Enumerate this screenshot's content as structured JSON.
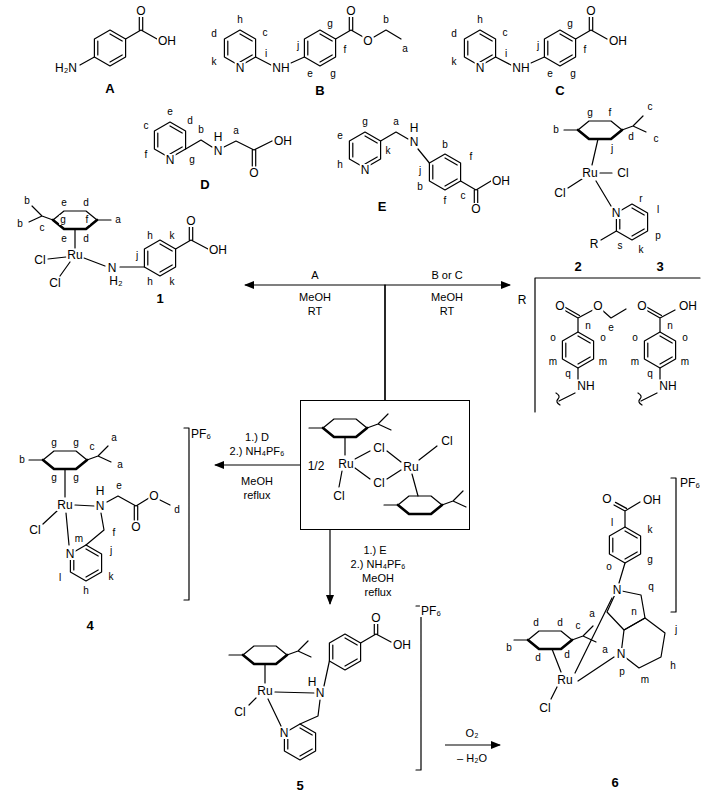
{
  "diagram": {
    "nodes": [
      {
        "text": [
          "H₂N",
          "O",
          "OH",
          "A"
        ]
      },
      {
        "text": [
          "h",
          "c",
          "d",
          "k",
          "N",
          "i",
          "NH",
          "j",
          "g",
          "e",
          "g",
          "f",
          "O",
          "O",
          "b",
          "a",
          "B"
        ]
      },
      {
        "text": [
          "h",
          "c",
          "d",
          "k",
          "N",
          "i",
          "NH",
          "j",
          "g",
          "e",
          "g",
          "f",
          "O",
          "OH",
          "C"
        ]
      },
      {
        "text": [
          "e",
          "c",
          "d",
          "f",
          "N",
          "g",
          "b",
          "H",
          "N",
          "a",
          "O",
          "OH",
          "D"
        ]
      },
      {
        "text": [
          "g",
          "e",
          "h",
          "N",
          "k",
          "a",
          "H",
          "N",
          "j",
          "b",
          "b",
          "f",
          "f",
          "c",
          "O",
          "OH",
          "E"
        ]
      },
      {
        "text": [
          "b",
          "c",
          "b",
          "e",
          "d",
          "g",
          "f",
          "a",
          "e",
          "d",
          "Ru",
          "Cl",
          "Cl",
          "N",
          "H₂",
          "h",
          "k",
          "j",
          "h",
          "k",
          "O",
          "OH",
          "1"
        ]
      },
      {
        "text": [
          "b",
          "g",
          "f",
          "d",
          "c",
          "c",
          "j",
          "Ru",
          "Cl",
          "Cl",
          "N",
          "r",
          "l",
          "p",
          "k",
          "s",
          "R",
          "2",
          "3",
          "R",
          "O",
          "O",
          "e",
          "n",
          "o",
          "o",
          "m",
          "m",
          "q",
          "NH",
          "O",
          "OH",
          "n",
          "o",
          "o",
          "m",
          "m",
          "q",
          "NH"
        ]
      },
      {
        "text": [
          "1/2",
          "Ru",
          "Cl",
          "Cl",
          "Ru",
          "Cl",
          "Cl"
        ]
      },
      {
        "text": [
          "b",
          "g",
          "g",
          "c",
          "a",
          "a",
          "g",
          "g",
          "Ru",
          "Cl",
          "H",
          "N",
          "e",
          "O",
          "O",
          "d",
          "N",
          "m",
          "f",
          "j",
          "k",
          "h",
          "l",
          "PF₆",
          "4"
        ]
      },
      {
        "text": [
          "Ru",
          "Cl",
          "H",
          "N",
          "N",
          "O",
          "OH",
          "PF₆",
          "5"
        ]
      },
      {
        "text": [
          "O",
          "OH",
          "PF₆",
          "l",
          "k",
          "g",
          "o",
          "N",
          "q",
          "n",
          "N",
          "j",
          "h",
          "p",
          "m",
          "b",
          "d",
          "d",
          "c",
          "a",
          "a",
          "d",
          "d",
          "Ru",
          "Cl",
          "6"
        ]
      }
    ],
    "edges": [
      {
        "from": 7,
        "to": 5,
        "arrow": "to",
        "label": "A"
      },
      {
        "from": 7,
        "to": 6,
        "arrow": "to",
        "label": "B or C"
      },
      {
        "from": 7,
        "to": 8,
        "arrow": "to",
        "label": "1.) D"
      },
      {
        "from": 7,
        "to": 9,
        "arrow": "to",
        "label": "1.) E"
      },
      {
        "from": 9,
        "to": 10,
        "arrow": "to",
        "label": "O₂"
      }
    ],
    "labels": [
      "MeOH",
      "RT",
      "MeOH",
      "RT",
      "2.) NH₄PF₆",
      "MeOH",
      "reflux",
      "2.) NH₄PF₆",
      "MeOH",
      "reflux",
      "– H₂O"
    ]
  }
}
